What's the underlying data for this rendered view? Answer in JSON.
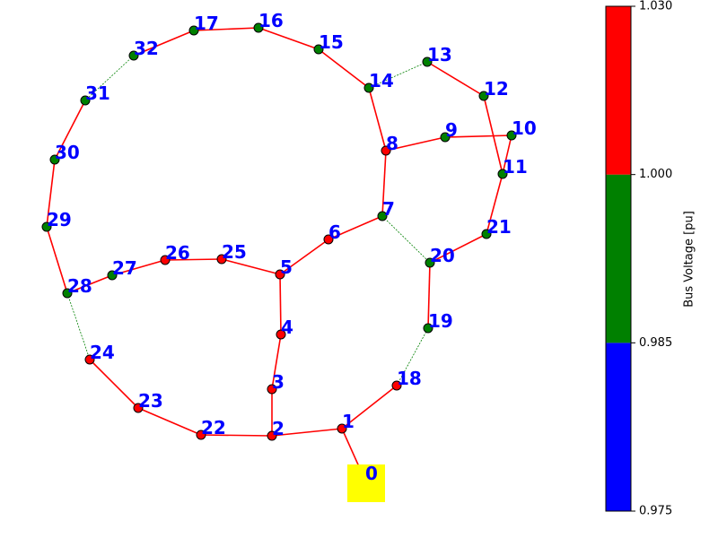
{
  "chart_data": {
    "type": "network",
    "nodes": [
      {
        "id": "0",
        "label": "0",
        "status": "source"
      },
      {
        "id": "1",
        "label": "1",
        "status": "high"
      },
      {
        "id": "2",
        "label": "2",
        "status": "high"
      },
      {
        "id": "3",
        "label": "3",
        "status": "high"
      },
      {
        "id": "4",
        "label": "4",
        "status": "high"
      },
      {
        "id": "5",
        "label": "5",
        "status": "high"
      },
      {
        "id": "6",
        "label": "6",
        "status": "high"
      },
      {
        "id": "7",
        "label": "7",
        "status": "normal"
      },
      {
        "id": "8",
        "label": "8",
        "status": "high"
      },
      {
        "id": "9",
        "label": "9",
        "status": "normal"
      },
      {
        "id": "10",
        "label": "10",
        "status": "normal"
      },
      {
        "id": "11",
        "label": "11",
        "status": "normal"
      },
      {
        "id": "12",
        "label": "12",
        "status": "normal"
      },
      {
        "id": "13",
        "label": "13",
        "status": "normal"
      },
      {
        "id": "14",
        "label": "14",
        "status": "normal"
      },
      {
        "id": "15",
        "label": "15",
        "status": "normal"
      },
      {
        "id": "16",
        "label": "16",
        "status": "normal"
      },
      {
        "id": "17",
        "label": "17",
        "status": "normal"
      },
      {
        "id": "18",
        "label": "18",
        "status": "high"
      },
      {
        "id": "19",
        "label": "19",
        "status": "normal"
      },
      {
        "id": "20",
        "label": "20",
        "status": "normal"
      },
      {
        "id": "21",
        "label": "21",
        "status": "normal"
      },
      {
        "id": "22",
        "label": "22",
        "status": "high"
      },
      {
        "id": "23",
        "label": "23",
        "status": "high"
      },
      {
        "id": "24",
        "label": "24",
        "status": "high"
      },
      {
        "id": "25",
        "label": "25",
        "status": "high"
      },
      {
        "id": "26",
        "label": "26",
        "status": "high"
      },
      {
        "id": "27",
        "label": "27",
        "status": "normal"
      },
      {
        "id": "28",
        "label": "28",
        "status": "normal"
      },
      {
        "id": "29",
        "label": "29",
        "status": "normal"
      },
      {
        "id": "30",
        "label": "30",
        "status": "normal"
      },
      {
        "id": "31",
        "label": "31",
        "status": "normal"
      },
      {
        "id": "32",
        "label": "32",
        "status": "normal"
      }
    ],
    "edges": [
      {
        "from": "0",
        "to": "1",
        "style": "closed"
      },
      {
        "from": "1",
        "to": "2",
        "style": "closed"
      },
      {
        "from": "2",
        "to": "3",
        "style": "closed"
      },
      {
        "from": "3",
        "to": "4",
        "style": "closed"
      },
      {
        "from": "4",
        "to": "5",
        "style": "closed"
      },
      {
        "from": "5",
        "to": "6",
        "style": "closed"
      },
      {
        "from": "6",
        "to": "7",
        "style": "closed"
      },
      {
        "from": "7",
        "to": "8",
        "style": "closed"
      },
      {
        "from": "8",
        "to": "9",
        "style": "closed"
      },
      {
        "from": "9",
        "to": "10",
        "style": "closed"
      },
      {
        "from": "10",
        "to": "11",
        "style": "closed"
      },
      {
        "from": "11",
        "to": "12",
        "style": "closed"
      },
      {
        "from": "12",
        "to": "13",
        "style": "closed"
      },
      {
        "from": "13",
        "to": "14",
        "style": "open"
      },
      {
        "from": "14",
        "to": "15",
        "style": "closed"
      },
      {
        "from": "14",
        "to": "8",
        "style": "closed"
      },
      {
        "from": "15",
        "to": "16",
        "style": "closed"
      },
      {
        "from": "16",
        "to": "17",
        "style": "closed"
      },
      {
        "from": "17",
        "to": "32",
        "style": "closed"
      },
      {
        "from": "32",
        "to": "31",
        "style": "open"
      },
      {
        "from": "31",
        "to": "30",
        "style": "closed"
      },
      {
        "from": "30",
        "to": "29",
        "style": "closed"
      },
      {
        "from": "29",
        "to": "28",
        "style": "closed"
      },
      {
        "from": "28",
        "to": "27",
        "style": "closed"
      },
      {
        "from": "27",
        "to": "26",
        "style": "closed"
      },
      {
        "from": "26",
        "to": "25",
        "style": "closed"
      },
      {
        "from": "25",
        "to": "5",
        "style": "closed"
      },
      {
        "from": "28",
        "to": "24",
        "style": "open"
      },
      {
        "from": "24",
        "to": "23",
        "style": "closed"
      },
      {
        "from": "23",
        "to": "22",
        "style": "closed"
      },
      {
        "from": "22",
        "to": "2",
        "style": "closed"
      },
      {
        "from": "1",
        "to": "18",
        "style": "closed"
      },
      {
        "from": "18",
        "to": "19",
        "style": "open"
      },
      {
        "from": "19",
        "to": "20",
        "style": "closed"
      },
      {
        "from": "20",
        "to": "21",
        "style": "closed"
      },
      {
        "from": "21",
        "to": "11",
        "style": "closed"
      },
      {
        "from": "7",
        "to": "20",
        "style": "open"
      }
    ],
    "colorbar": {
      "label": "Bus Voltage [pu]",
      "ticks": [
        "0.975",
        "0.985",
        "1.000",
        "1.030"
      ],
      "bands": [
        {
          "from": 0.975,
          "to": 0.985,
          "color": "#0000ff"
        },
        {
          "from": 0.985,
          "to": 1.0,
          "color": "#008000"
        },
        {
          "from": 1.0,
          "to": 1.03,
          "color": "#ff0000"
        }
      ]
    },
    "colors": {
      "closed_line": "#ff0000",
      "open_line": "#008000",
      "node_high": "#ff0000",
      "node_normal": "#008000",
      "node_edge": "#000000",
      "label": "#0000ff",
      "source_highlight": "#ffff00"
    }
  }
}
